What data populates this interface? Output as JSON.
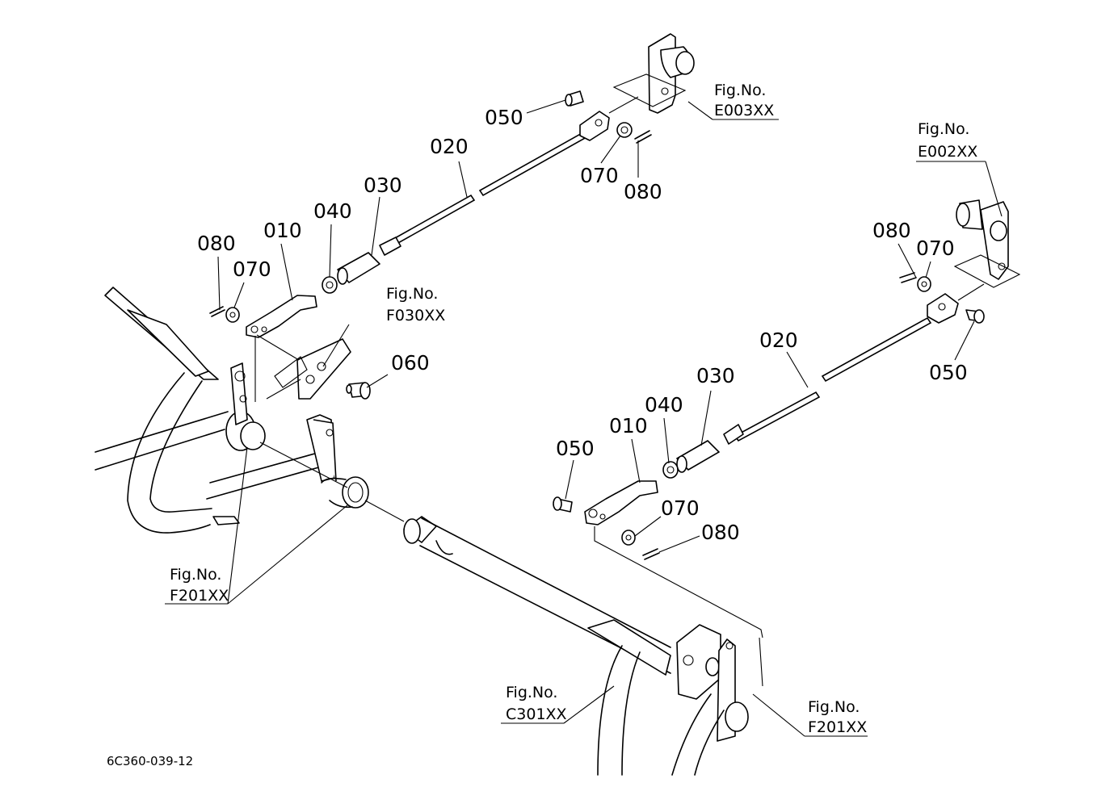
{
  "callouts": {
    "top": {
      "c050": "050",
      "c020": "020",
      "c030": "030",
      "c040": "040",
      "c010": "010",
      "c080a": "080",
      "c070a": "070",
      "c070b": "070",
      "c080b": "080",
      "c060": "060"
    },
    "right": {
      "c080a": "080",
      "c070a": "070",
      "c020": "020",
      "c050a": "050",
      "c030": "030",
      "c040": "040",
      "c010": "010",
      "c050b": "050",
      "c070b": "070",
      "c080b": "080"
    }
  },
  "figrefs": {
    "e003": {
      "label": "Fig.No.",
      "code": "E003XX"
    },
    "e002": {
      "label": "Fig.No.",
      "code": "E002XX"
    },
    "f030": {
      "label": "Fig.No.",
      "code": "F030XX"
    },
    "f201_left": {
      "label": "Fig.No.",
      "code": "F201XX"
    },
    "c301": {
      "label": "Fig.No.",
      "code": "C301XX"
    },
    "f201_right": {
      "label": "Fig.No.",
      "code": "F201XX"
    }
  },
  "drawing_code": "6C360-039-12"
}
